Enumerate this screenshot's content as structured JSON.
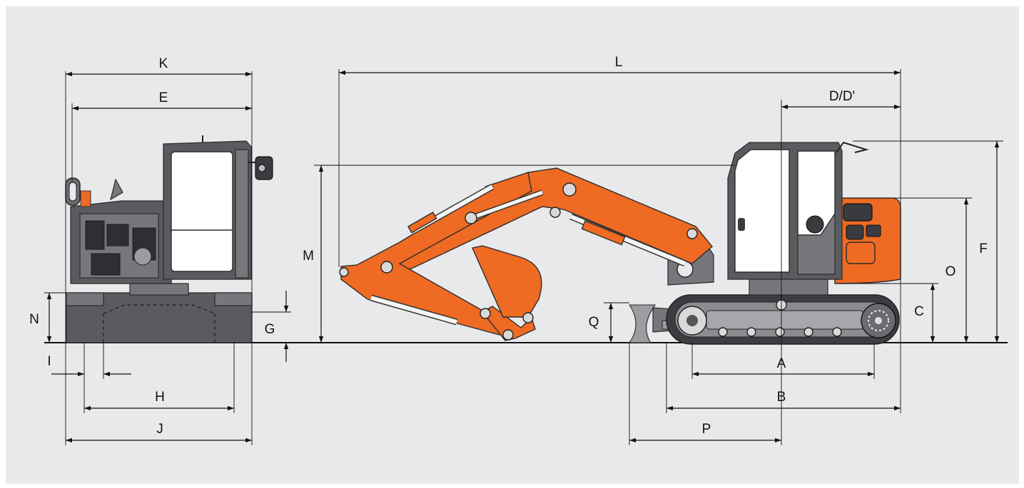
{
  "labels": {
    "A": "A",
    "B": "B",
    "C": "C",
    "D": "D/D'",
    "E": "E",
    "F": "F",
    "G": "G",
    "H": "H",
    "I": "I",
    "J": "J",
    "K": "K",
    "L": "L",
    "M": "M",
    "N": "N",
    "O": "O",
    "P": "P",
    "Q": "Q"
  },
  "colors": {
    "background": "#e8e9eb",
    "machine_orange": "#ef6a23",
    "machine_dark_grey": "#5a5b5f",
    "machine_grey": "#76777b",
    "dimension_line": "#111111"
  }
}
